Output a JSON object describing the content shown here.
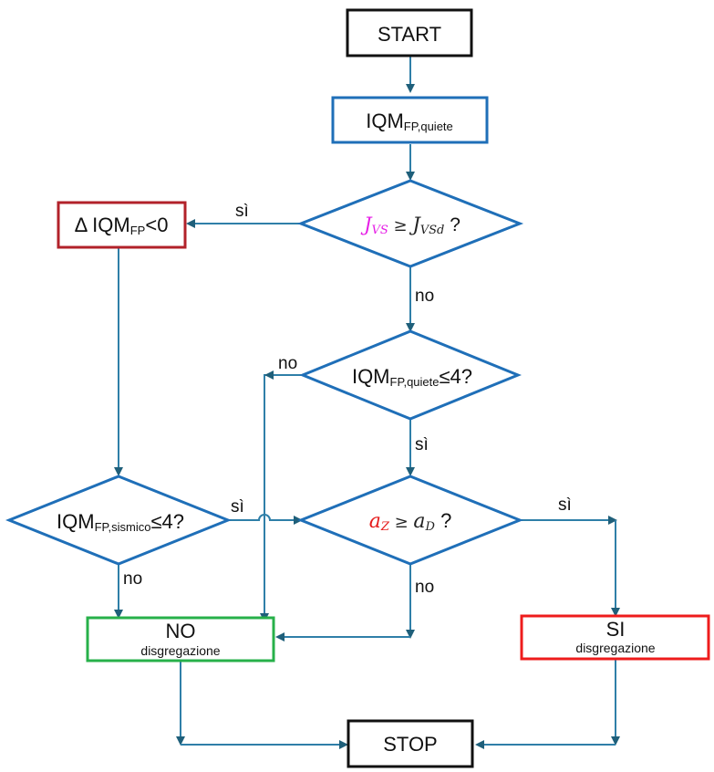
{
  "colors": {
    "connector": "#2f7fa8",
    "arrowhead": "#1f5f7a",
    "diamond_stroke": "#1f6fb8",
    "start_stop_stroke": "#111111",
    "iqm_box_stroke": "#1f6fb8",
    "delta_box_stroke": "#b2222a",
    "no_box_stroke": "#27b04a",
    "no_box_text": "#1e7a30",
    "si_box_stroke": "#ee1c1c",
    "si_box_text": "#e51b1b",
    "jvs_highlight": "#e61ee6",
    "az_highlight": "#e51b1b"
  },
  "nodes": {
    "start": {
      "label": "START"
    },
    "iqm_quiete": {
      "main": "IQM",
      "sub": "FP,quiete"
    },
    "decision_jvs": {
      "lhs": "J",
      "lhs_sub": "VS",
      "op": " ≥ ",
      "rhs": "J",
      "rhs_sub": "VSd",
      "q": " ?"
    },
    "delta_iqm": {
      "prefix": "Δ IQM",
      "sub": "FP",
      "suffix": "<0"
    },
    "decision_iqm_quiete": {
      "main": "IQM",
      "sub": "FP,quiete",
      "suffix": "≤4?"
    },
    "decision_iqm_sismico": {
      "main": "IQM",
      "sub": "FP,sismico",
      "suffix": "≤4?"
    },
    "decision_az": {
      "lhs": "a",
      "lhs_sub": "Z",
      "op": " ≥ ",
      "rhs": "a",
      "rhs_sub": "D",
      "q": " ?"
    },
    "no_disgregazione": {
      "title": "NO",
      "subtitle": "disgregazione"
    },
    "si_disgregazione": {
      "title": "SI",
      "subtitle": "disgregazione"
    },
    "stop": {
      "label": "STOP"
    }
  },
  "edge_labels": {
    "jvs_yes": "sì",
    "jvs_no": "no",
    "iqm_quiete_no": "no",
    "iqm_quiete_yes": "sì",
    "sismico_yes": "sì",
    "sismico_no": "no",
    "az_yes": "sì",
    "az_no": "no"
  }
}
